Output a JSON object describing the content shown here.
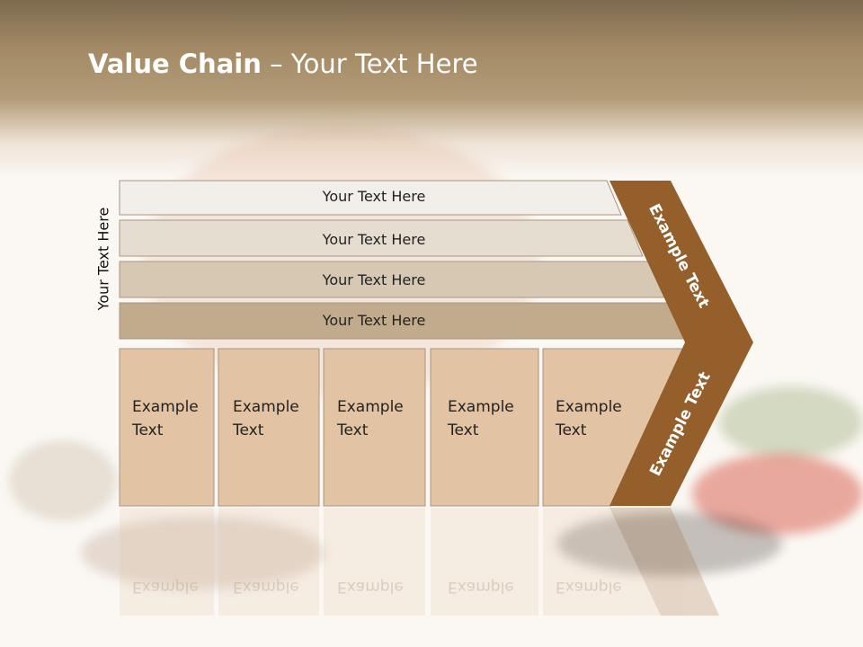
{
  "title": {
    "bold": "Value Chain",
    "rest": " – Your Text Here"
  },
  "side_label": "Your Text Here",
  "rows": [
    {
      "label": "Your Text Here"
    },
    {
      "label": "Your Text Here"
    },
    {
      "label": "Your Text Here"
    },
    {
      "label": "Your Text Here"
    }
  ],
  "columns": [
    {
      "line1": "Example",
      "line2": "Text"
    },
    {
      "line1": "Example",
      "line2": "Text"
    },
    {
      "line1": "Example",
      "line2": "Text"
    },
    {
      "line1": "Example",
      "line2": "Text"
    },
    {
      "line1": "Example",
      "line2": "Text"
    }
  ],
  "chevron": {
    "upper": "Example Text",
    "lower": "Example Text"
  },
  "colors": {
    "chevron": "#955f2c",
    "row1": "#f2efea",
    "row2": "#e6ddd1",
    "row3": "#d7c8b3",
    "row4": "#c2ab8d",
    "column": "#e2c3a4"
  }
}
